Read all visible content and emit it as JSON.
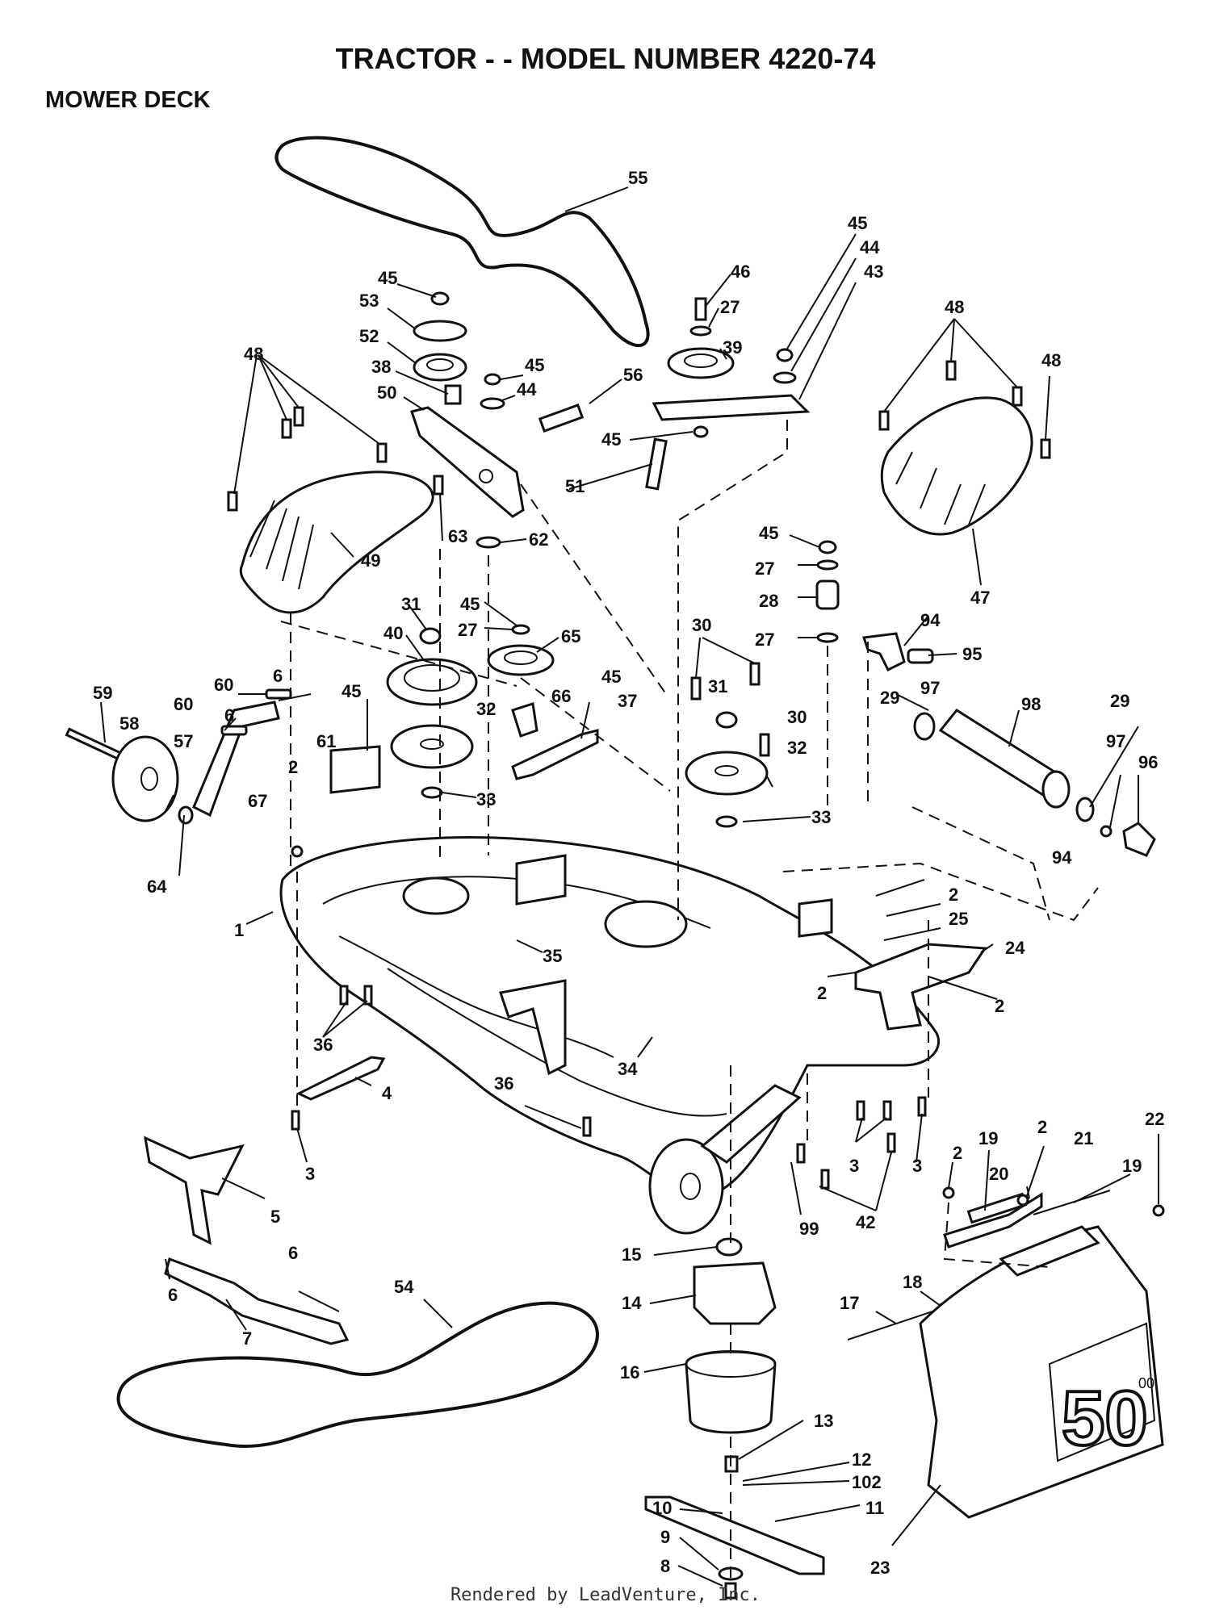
{
  "header": {
    "title": "TRACTOR - - MODEL NUMBER 4220-74",
    "section": "MOWER DECK"
  },
  "footer": {
    "rendered_by": "Rendered by LeadVenture, Inc."
  },
  "decal": {
    "size": "50",
    "unit": "00"
  },
  "callouts": {
    "c55": "55",
    "c45a": "45",
    "c53": "53",
    "c52": "52",
    "c38": "38",
    "c50": "50",
    "c45b": "45",
    "c44a": "44",
    "c56": "56",
    "c46": "46",
    "c27a": "27",
    "c39": "39",
    "c45c": "45",
    "c44b": "44",
    "c43": "43",
    "c45d": "45",
    "c51": "51",
    "c48a": "48",
    "c48b": "48",
    "c48c": "48",
    "c49": "49",
    "c63": "63",
    "c62": "62",
    "c45e": "45",
    "c27b": "27",
    "c28": "28",
    "c27c": "27",
    "c47": "47",
    "c31a": "31",
    "c45f": "45",
    "c27d": "27",
    "c65": "65",
    "c40": "40",
    "c30": "30",
    "c94a": "94",
    "c95": "95",
    "c59": "59",
    "c60a": "60",
    "c6a": "6",
    "c45g": "45",
    "c66": "66",
    "c45h": "45",
    "c37": "37",
    "c31b": "31",
    "c30b": "30",
    "c29a": "29",
    "c97a": "97",
    "c98": "98",
    "c29b": "29",
    "c58": "58",
    "c60b": "60",
    "c6b": "6",
    "c57": "57",
    "c61": "61",
    "c32a": "32",
    "c32b": "32",
    "c97b": "97",
    "c96": "96",
    "c2a": "2",
    "c67": "67",
    "c33a": "33",
    "c33b": "33",
    "c64": "64",
    "c1": "1",
    "c35": "35",
    "c94b": "94",
    "c2b": "2",
    "c25": "25",
    "c24": "24",
    "c2c": "2",
    "c2d": "2",
    "c36a": "36",
    "c34": "34",
    "c4": "4",
    "c36b": "36",
    "c3a": "3",
    "c3b": "3",
    "c3c": "3",
    "c42": "42",
    "c99": "99",
    "c2e": "2",
    "c2f": "2",
    "c19a": "19",
    "c21": "21",
    "c20": "20",
    "c19b": "19",
    "c22": "22",
    "c5": "5",
    "c6c": "6",
    "c6d": "6",
    "c7": "7",
    "c54": "54",
    "c15": "15",
    "c14": "14",
    "c18": "18",
    "c17": "17",
    "c16": "16",
    "c13": "13",
    "c12": "12",
    "c102": "102",
    "c11": "11",
    "c10": "10",
    "c9": "9",
    "c8": "8",
    "c23": "23"
  }
}
